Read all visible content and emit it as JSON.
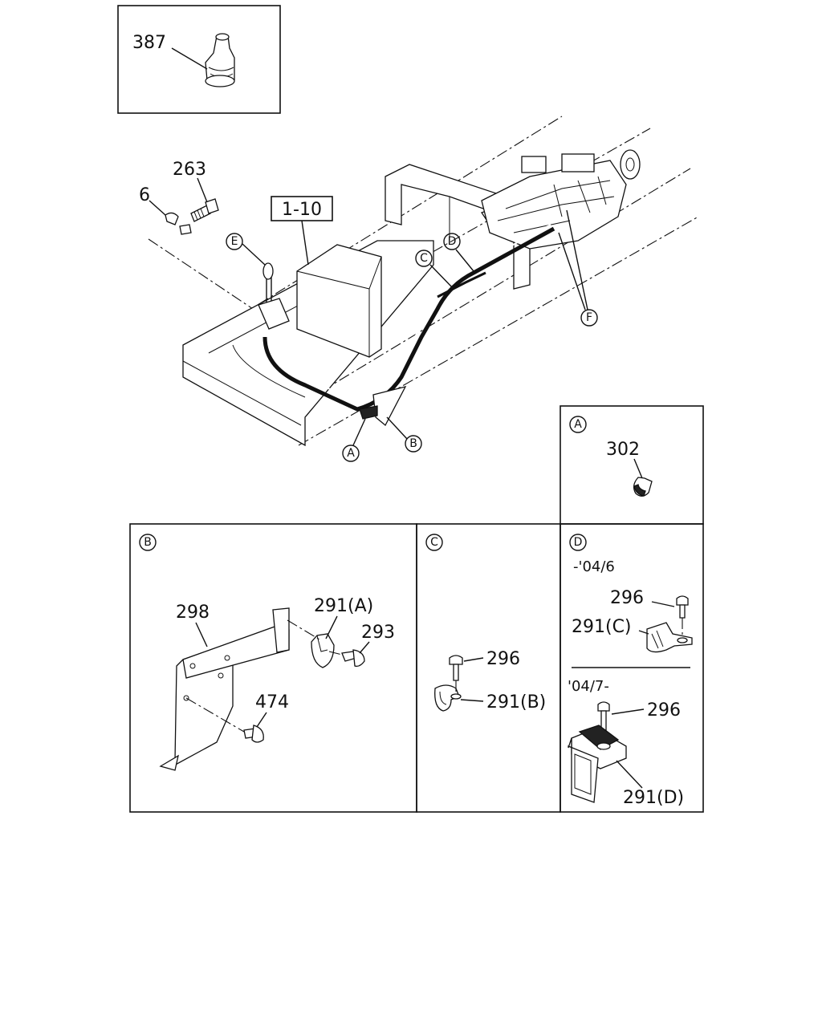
{
  "callouts": {
    "p387": "387",
    "p263": "263",
    "p6": "6",
    "ref_1_10": "1-10",
    "main_E": "E",
    "main_D": "D",
    "main_C": "C",
    "main_F": "F",
    "main_A": "A",
    "main_B": "B"
  },
  "detail_A": {
    "letter": "A",
    "p302": "302"
  },
  "detail_B": {
    "letter": "B",
    "p298": "298",
    "p291A": "291(A)",
    "p293": "293",
    "p474": "474"
  },
  "detail_C": {
    "letter": "C",
    "p296": "296",
    "p291B": "291(B)"
  },
  "detail_D": {
    "letter": "D",
    "range_early": "-'04/6",
    "early_p296": "296",
    "early_p291C": "291(C)",
    "range_late": "'04/7-",
    "late_p296": "296",
    "late_p291D": "291(D)"
  }
}
